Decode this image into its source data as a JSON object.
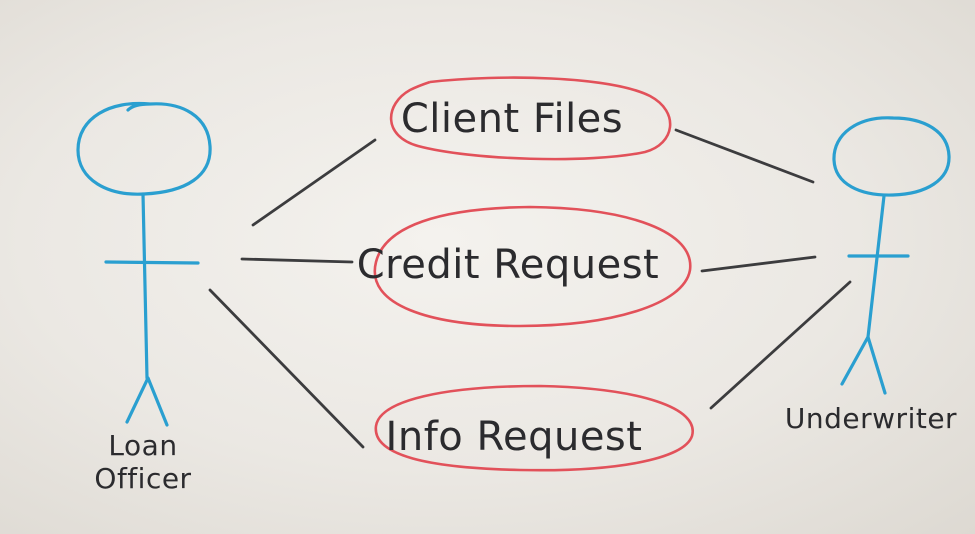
{
  "diagram": {
    "actors": [
      {
        "id": "loan-officer",
        "label_lines": [
          "Loan",
          "Officer"
        ]
      },
      {
        "id": "underwriter",
        "label_lines": [
          "Underwriter"
        ]
      }
    ],
    "use_cases": [
      {
        "id": "client-files",
        "label": "Client Files"
      },
      {
        "id": "credit-request",
        "label": "Credit Request"
      },
      {
        "id": "info-request",
        "label": "Info Request"
      }
    ],
    "associations": [
      {
        "from": "loan-officer",
        "to": "client-files"
      },
      {
        "from": "loan-officer",
        "to": "credit-request"
      },
      {
        "from": "loan-officer",
        "to": "info-request"
      },
      {
        "from": "underwriter",
        "to": "client-files"
      },
      {
        "from": "underwriter",
        "to": "credit-request"
      },
      {
        "from": "underwriter",
        "to": "info-request"
      }
    ],
    "colors": {
      "actor": "#2a9fd0",
      "use_case_outline": "#e2515a",
      "association_line": "#3c3c3e",
      "text": "#2b2b2e"
    }
  }
}
